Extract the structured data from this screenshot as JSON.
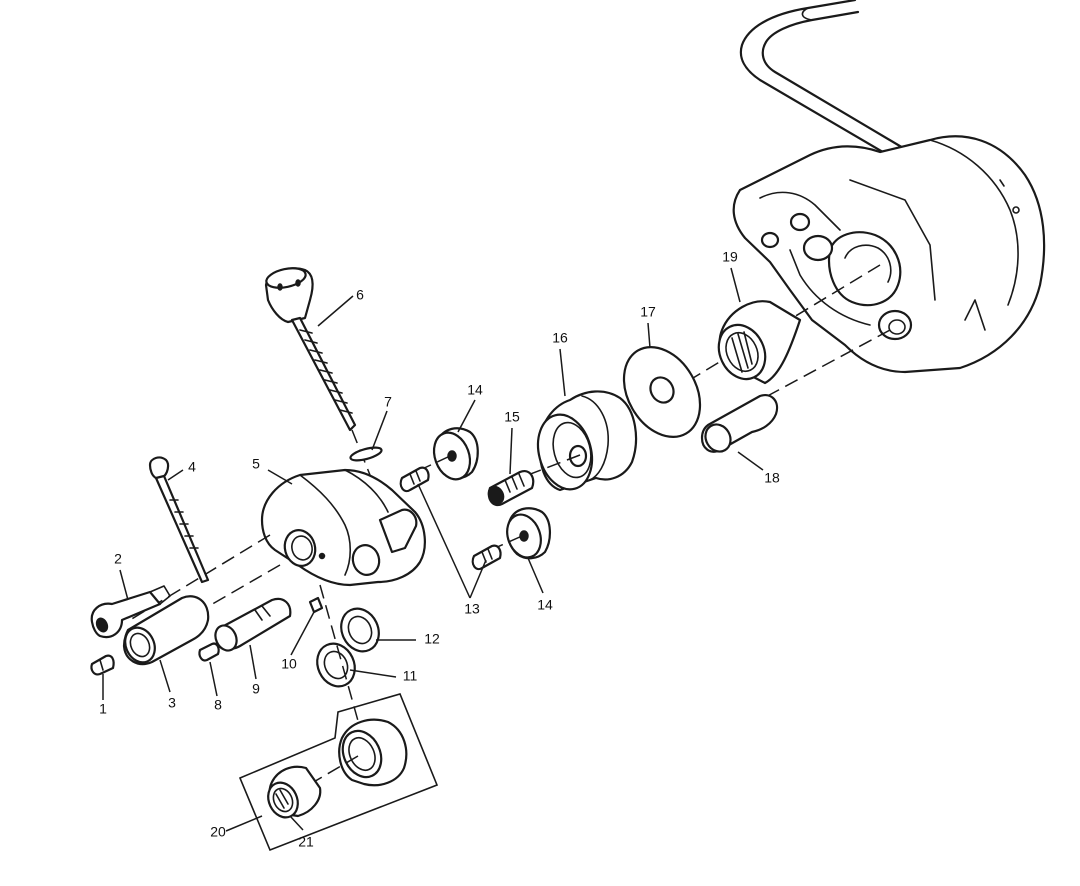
{
  "diagram": {
    "callouts": [
      {
        "id": "1",
        "text": "1"
      },
      {
        "id": "2",
        "text": "2"
      },
      {
        "id": "3",
        "text": "3"
      },
      {
        "id": "4",
        "text": "4"
      },
      {
        "id": "5",
        "text": "5"
      },
      {
        "id": "6",
        "text": "6"
      },
      {
        "id": "7",
        "text": "7"
      },
      {
        "id": "8",
        "text": "8"
      },
      {
        "id": "9",
        "text": "9"
      },
      {
        "id": "10",
        "text": "10"
      },
      {
        "id": "11",
        "text": "11"
      },
      {
        "id": "12",
        "text": "12"
      },
      {
        "id": "13",
        "text": "13"
      },
      {
        "id": "14a",
        "text": "14"
      },
      {
        "id": "14b",
        "text": "14"
      },
      {
        "id": "15",
        "text": "15"
      },
      {
        "id": "16",
        "text": "16"
      },
      {
        "id": "17",
        "text": "17"
      },
      {
        "id": "18",
        "text": "18"
      },
      {
        "id": "19",
        "text": "19"
      },
      {
        "id": "20",
        "text": "20"
      },
      {
        "id": "21",
        "text": "21"
      }
    ]
  }
}
